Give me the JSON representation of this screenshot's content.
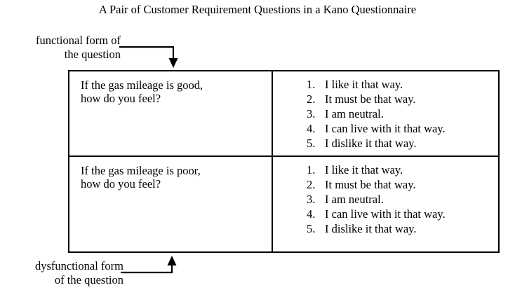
{
  "title": "A Pair of Customer Requirement Questions in a Kano Questionnaire",
  "callouts": {
    "functional": {
      "line1": "functional form of",
      "line2": "the question",
      "arrow_icon": "arrow-down-icon"
    },
    "dysfunctional": {
      "line1": "dysfunctional form",
      "line2": "of the question",
      "arrow_icon": "arrow-up-icon"
    }
  },
  "table": {
    "rows": [
      {
        "id": "functional",
        "question_line1": "If the gas mileage is good,",
        "question_line2": "how do you feel?",
        "answers": [
          {
            "num": "1.",
            "text": "I like it that way."
          },
          {
            "num": "2.",
            "text": "It must be that way."
          },
          {
            "num": "3.",
            "text": "I am neutral."
          },
          {
            "num": "4.",
            "text": "I can live with it that way."
          },
          {
            "num": "5.",
            "text": "I dislike it that way."
          }
        ]
      },
      {
        "id": "dysfunctional",
        "question_line1": "If the gas mileage is poor,",
        "question_line2": "how do you feel?",
        "answers": [
          {
            "num": "1.",
            "text": "I like it that way."
          },
          {
            "num": "2.",
            "text": "It must be that way."
          },
          {
            "num": "3.",
            "text": "I am neutral."
          },
          {
            "num": "4.",
            "text": "I can live with it that way."
          },
          {
            "num": "5.",
            "text": "I dislike it that way."
          }
        ]
      }
    ]
  },
  "colors": {
    "background": "#ffffff",
    "ink": "#000000",
    "border": "#000000"
  }
}
